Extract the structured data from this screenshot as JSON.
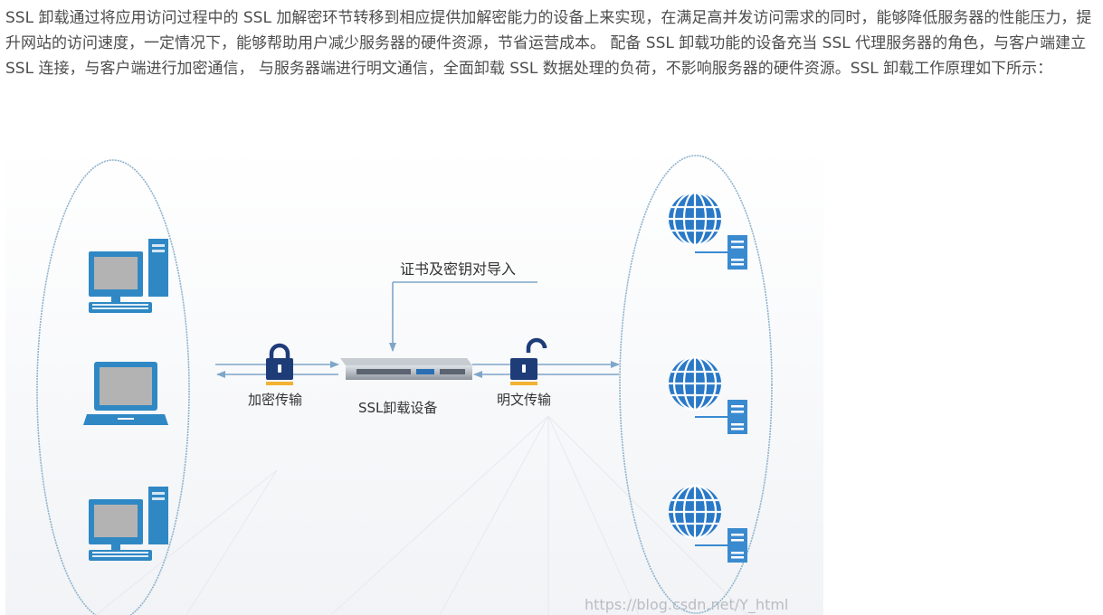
{
  "article": {
    "paragraph": "SSL 卸载通过将应用访问过程中的 SSL 加解密环节转移到相应提供加解密能力的设备上来实现，在满足高并发访问需求的同时，能够降低服务器的性能压力，提升网站的访问速度，一定情况下，能够帮助用户减少服务器的硬件资源，节省运营成本。 配备 SSL 卸载功能的设备充当 SSL 代理服务器的角色，与客户端建立 SSL 连接，与客户端进行加密通信， 与服务器端进行明文通信，全面卸载 SSL 数据处理的负荷，不影响服务器的硬件资源。SSL 卸载工作原理如下所示："
  },
  "diagram": {
    "cert_import_label": "证书及密钥对导入",
    "encrypted_label": "加密传输",
    "device_label": "SSL卸载设备",
    "plaintext_label": "明文传输",
    "watermark": "https://blog.csdn.net/Y_html",
    "colors": {
      "ellipse": "#8fb3cc",
      "arrow": "#7ea6c8",
      "lock": "#1e3c78",
      "lock_bar": "#f2b233",
      "monitor": "#2f88c4",
      "globe": "#2a79c7",
      "server": "#3a8ad0"
    }
  }
}
